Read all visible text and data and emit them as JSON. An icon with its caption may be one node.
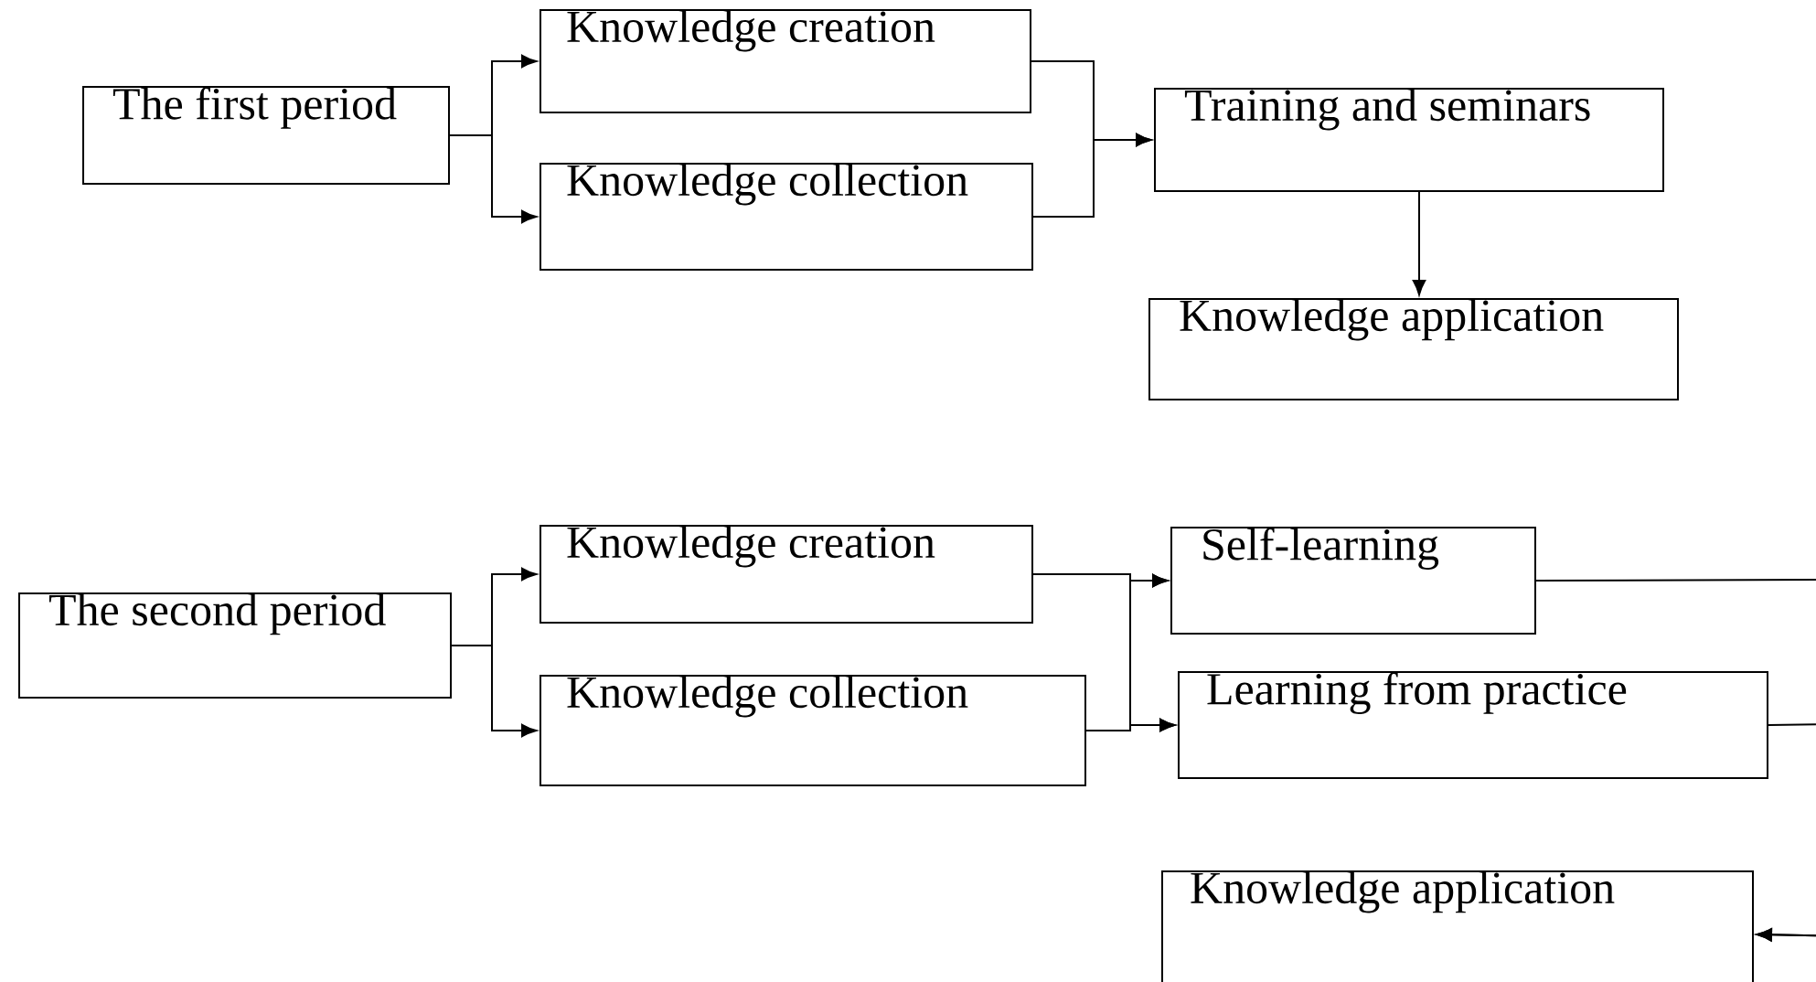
{
  "diagram": {
    "nodes": [
      {
        "text": [
          "The first period"
        ]
      },
      {
        "text": [
          "Knowledge creation"
        ]
      },
      {
        "text": [
          "Knowledge collection"
        ]
      },
      {
        "text": [
          "Training and seminars"
        ]
      },
      {
        "text": [
          "Knowledge application"
        ]
      },
      {
        "text": [
          "The second period"
        ]
      },
      {
        "text": [
          "Knowledge creation"
        ]
      },
      {
        "text": [
          "Knowledge collection"
        ]
      },
      {
        "text": [
          "Self-learning"
        ]
      },
      {
        "text": [
          "Learning from practice"
        ]
      },
      {
        "text": [
          "Knowledge application"
        ]
      }
    ],
    "edges": [
      {
        "from": 0,
        "to": 1,
        "arrow": "to"
      },
      {
        "from": 0,
        "to": 2,
        "arrow": "to"
      },
      {
        "from": 1,
        "to": 3,
        "arrow": "to"
      },
      {
        "from": 2,
        "to": 3,
        "arrow": "to"
      },
      {
        "from": 3,
        "to": 4,
        "arrow": "to"
      },
      {
        "from": 5,
        "to": 6,
        "arrow": "to"
      },
      {
        "from": 5,
        "to": 7,
        "arrow": "to"
      },
      {
        "from": 6,
        "to": 8,
        "arrow": "to"
      },
      {
        "from": 6,
        "to": 9,
        "arrow": "to"
      },
      {
        "from": 7,
        "to": 8,
        "arrow": "to"
      },
      {
        "from": 7,
        "to": 9,
        "arrow": "to"
      },
      {
        "from": 8,
        "to": 10,
        "arrow": "to"
      },
      {
        "from": 9,
        "to": 10,
        "arrow": "to"
      }
    ]
  }
}
